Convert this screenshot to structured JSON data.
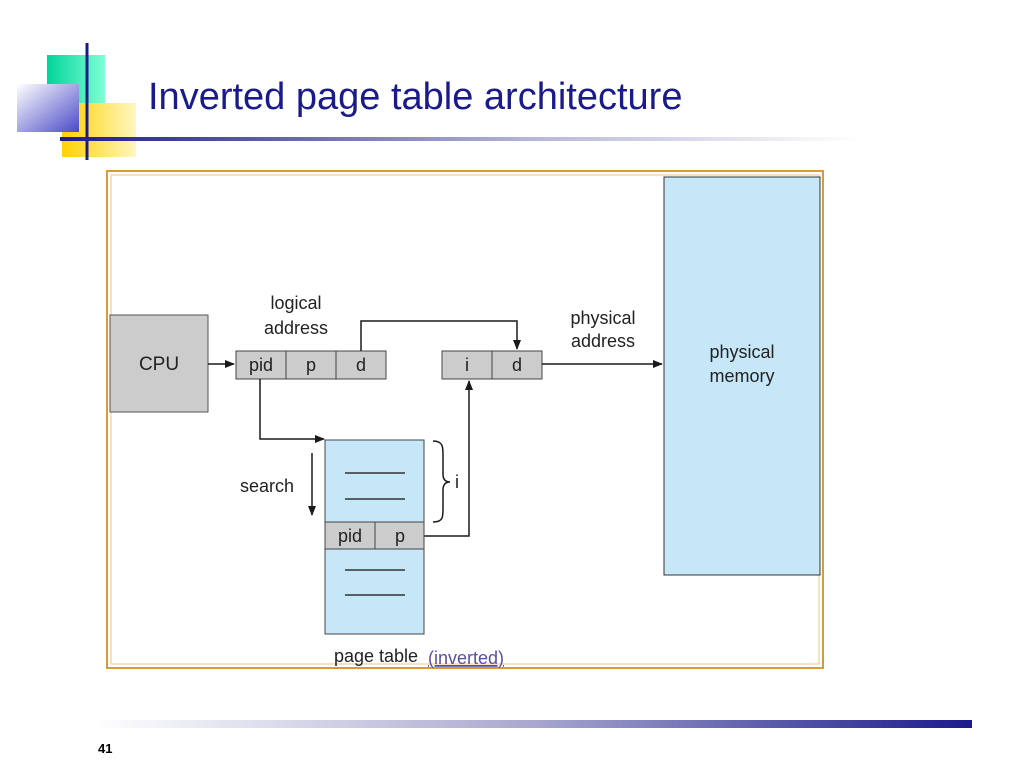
{
  "slide": {
    "title": "Inverted page table architecture",
    "page_number": "41"
  },
  "diagram": {
    "cpu_label": "CPU",
    "logical_address_line1": "logical",
    "logical_address_line2": "address",
    "logical_fields": [
      "pid",
      "p",
      "d"
    ],
    "physical_address_line1": "physical",
    "physical_address_line2": "address",
    "physical_fields": [
      "i",
      "d"
    ],
    "physical_memory_line1": "physical",
    "physical_memory_line2": "memory",
    "search_label": "search",
    "index_label": "i",
    "table_entry_fields": [
      "pid",
      "p"
    ],
    "page_table_label": "page table",
    "inverted_label": "(inverted)"
  },
  "colors": {
    "title": "#1a1a8c",
    "inverted_text": "#5a4fa8",
    "light_blue": "#c6e7f8",
    "gray_box": "#cccccc",
    "frame_border": "#d99a3a"
  }
}
